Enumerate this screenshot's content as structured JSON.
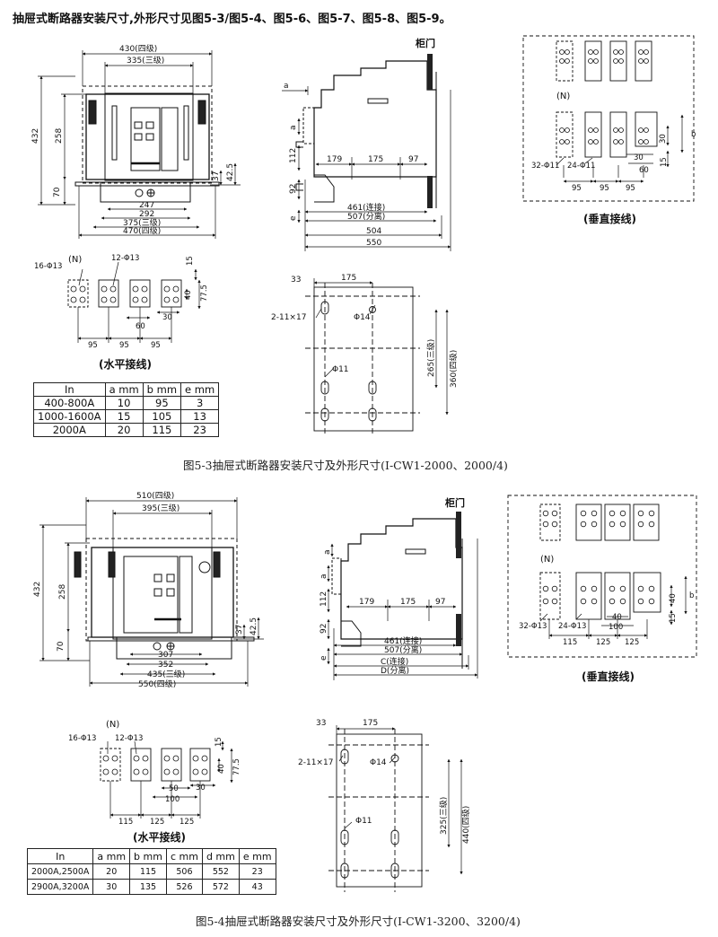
{
  "intro": "抽屉式断路器安装尺寸,外形尺寸见图5-3/图5-4、图5-6、图5-7、图5-8、图5-9。",
  "fig1": {
    "front": {
      "d430": "430(四级)",
      "d335": "335(三级)",
      "d432": "432",
      "d258": "258",
      "d70": "70",
      "d37": "37",
      "d425": "42.5",
      "d247": "247",
      "d292": "292",
      "d375": "375(三级)",
      "d470": "470(四级)"
    },
    "side": {
      "cabinet_door": "柜门",
      "a1": "a",
      "a2": "a",
      "e": "e",
      "d112": "112",
      "d92": "92",
      "d179": "179",
      "d175": "175",
      "d97": "97",
      "d461": "461(连接)",
      "d507": "507(分离)",
      "d504": "504",
      "d550": "550"
    },
    "horizontal": {
      "n": "(N)",
      "holes16": "16-Φ13",
      "holes12": "12-Φ13",
      "d15": "15",
      "d40": "40",
      "d775": "77.5",
      "d60": "60",
      "d30": "30",
      "d95a": "95",
      "d95b": "95",
      "d95c": "95",
      "title": "(水平接线)"
    },
    "mount": {
      "d33": "33",
      "d175": "175",
      "slot": "2-11×17",
      "phi14": "Φ14",
      "phi11": "Φ11",
      "d265": "265(三级)",
      "d360": "360(四级)"
    },
    "vertical": {
      "n": "(N)",
      "holes32": "32-Φ11",
      "holes24": "24-Φ11",
      "d30a": "30",
      "d30b": "30",
      "d60": "60",
      "d15": "15",
      "b": "b",
      "d95a": "95",
      "d95b": "95",
      "d95c": "95",
      "title": "(垂直接线)"
    },
    "table": {
      "headers": [
        "In",
        "a mm",
        "b mm",
        "e mm"
      ],
      "rows": [
        [
          "400-800A",
          "10",
          "95",
          "3"
        ],
        [
          "1000-1600A",
          "15",
          "105",
          "13"
        ],
        [
          "2000A",
          "20",
          "115",
          "23"
        ]
      ]
    },
    "caption": "图5-3抽屉式断路器安装尺寸及外形尺寸(I-CW1-2000、2000/4)"
  },
  "fig2": {
    "front": {
      "d510": "510(四级)",
      "d395": "395(三级)",
      "d432": "432",
      "d258": "258",
      "d70": "70",
      "d37": "37",
      "d425": "42.5",
      "d307": "307",
      "d352": "352",
      "d435": "435(三级)",
      "d550": "550(四级)"
    },
    "side": {
      "cabinet_door": "柜门",
      "a1": "a",
      "a2": "a",
      "e": "e",
      "d112": "112",
      "d92": "92",
      "d179": "179",
      "d175": "175",
      "d97": "97",
      "d461": "461(连接)",
      "d507": "507(分离)",
      "c": "C(连接)",
      "d": "D(分离)"
    },
    "horizontal": {
      "n": "(N)",
      "holes16": "16-Φ13",
      "holes12": "12-Φ13",
      "d15": "15",
      "d40": "40",
      "d775": "77.5",
      "d50": "50",
      "d100": "100",
      "d30": "30",
      "d115": "115",
      "d125a": "125",
      "d125b": "125",
      "title": "(水平接线)"
    },
    "mount": {
      "d33": "33",
      "d175": "175",
      "slot": "2-11×17",
      "phi14": "Φ14",
      "phi11": "Φ11",
      "d325": "325(三级)",
      "d440": "440(四级)"
    },
    "vertical": {
      "n": "(N)",
      "holes32": "32-Φ13",
      "holes24": "24-Φ13",
      "d40a": "40",
      "d40b": "40",
      "d100": "100",
      "d15": "15",
      "b": "b",
      "d115": "115",
      "d125a": "125",
      "d125b": "125",
      "title": "(垂直接线)"
    },
    "table": {
      "headers": [
        "In",
        "a mm",
        "b mm",
        "c mm",
        "d mm",
        "e mm"
      ],
      "rows": [
        [
          "2000A,2500A",
          "20",
          "115",
          "506",
          "552",
          "23"
        ],
        [
          "2900A,3200A",
          "30",
          "135",
          "526",
          "572",
          "43"
        ]
      ]
    },
    "caption": "图5-4抽屉式断路器安装尺寸及外形尺寸(I-CW1-3200、3200/4)"
  }
}
